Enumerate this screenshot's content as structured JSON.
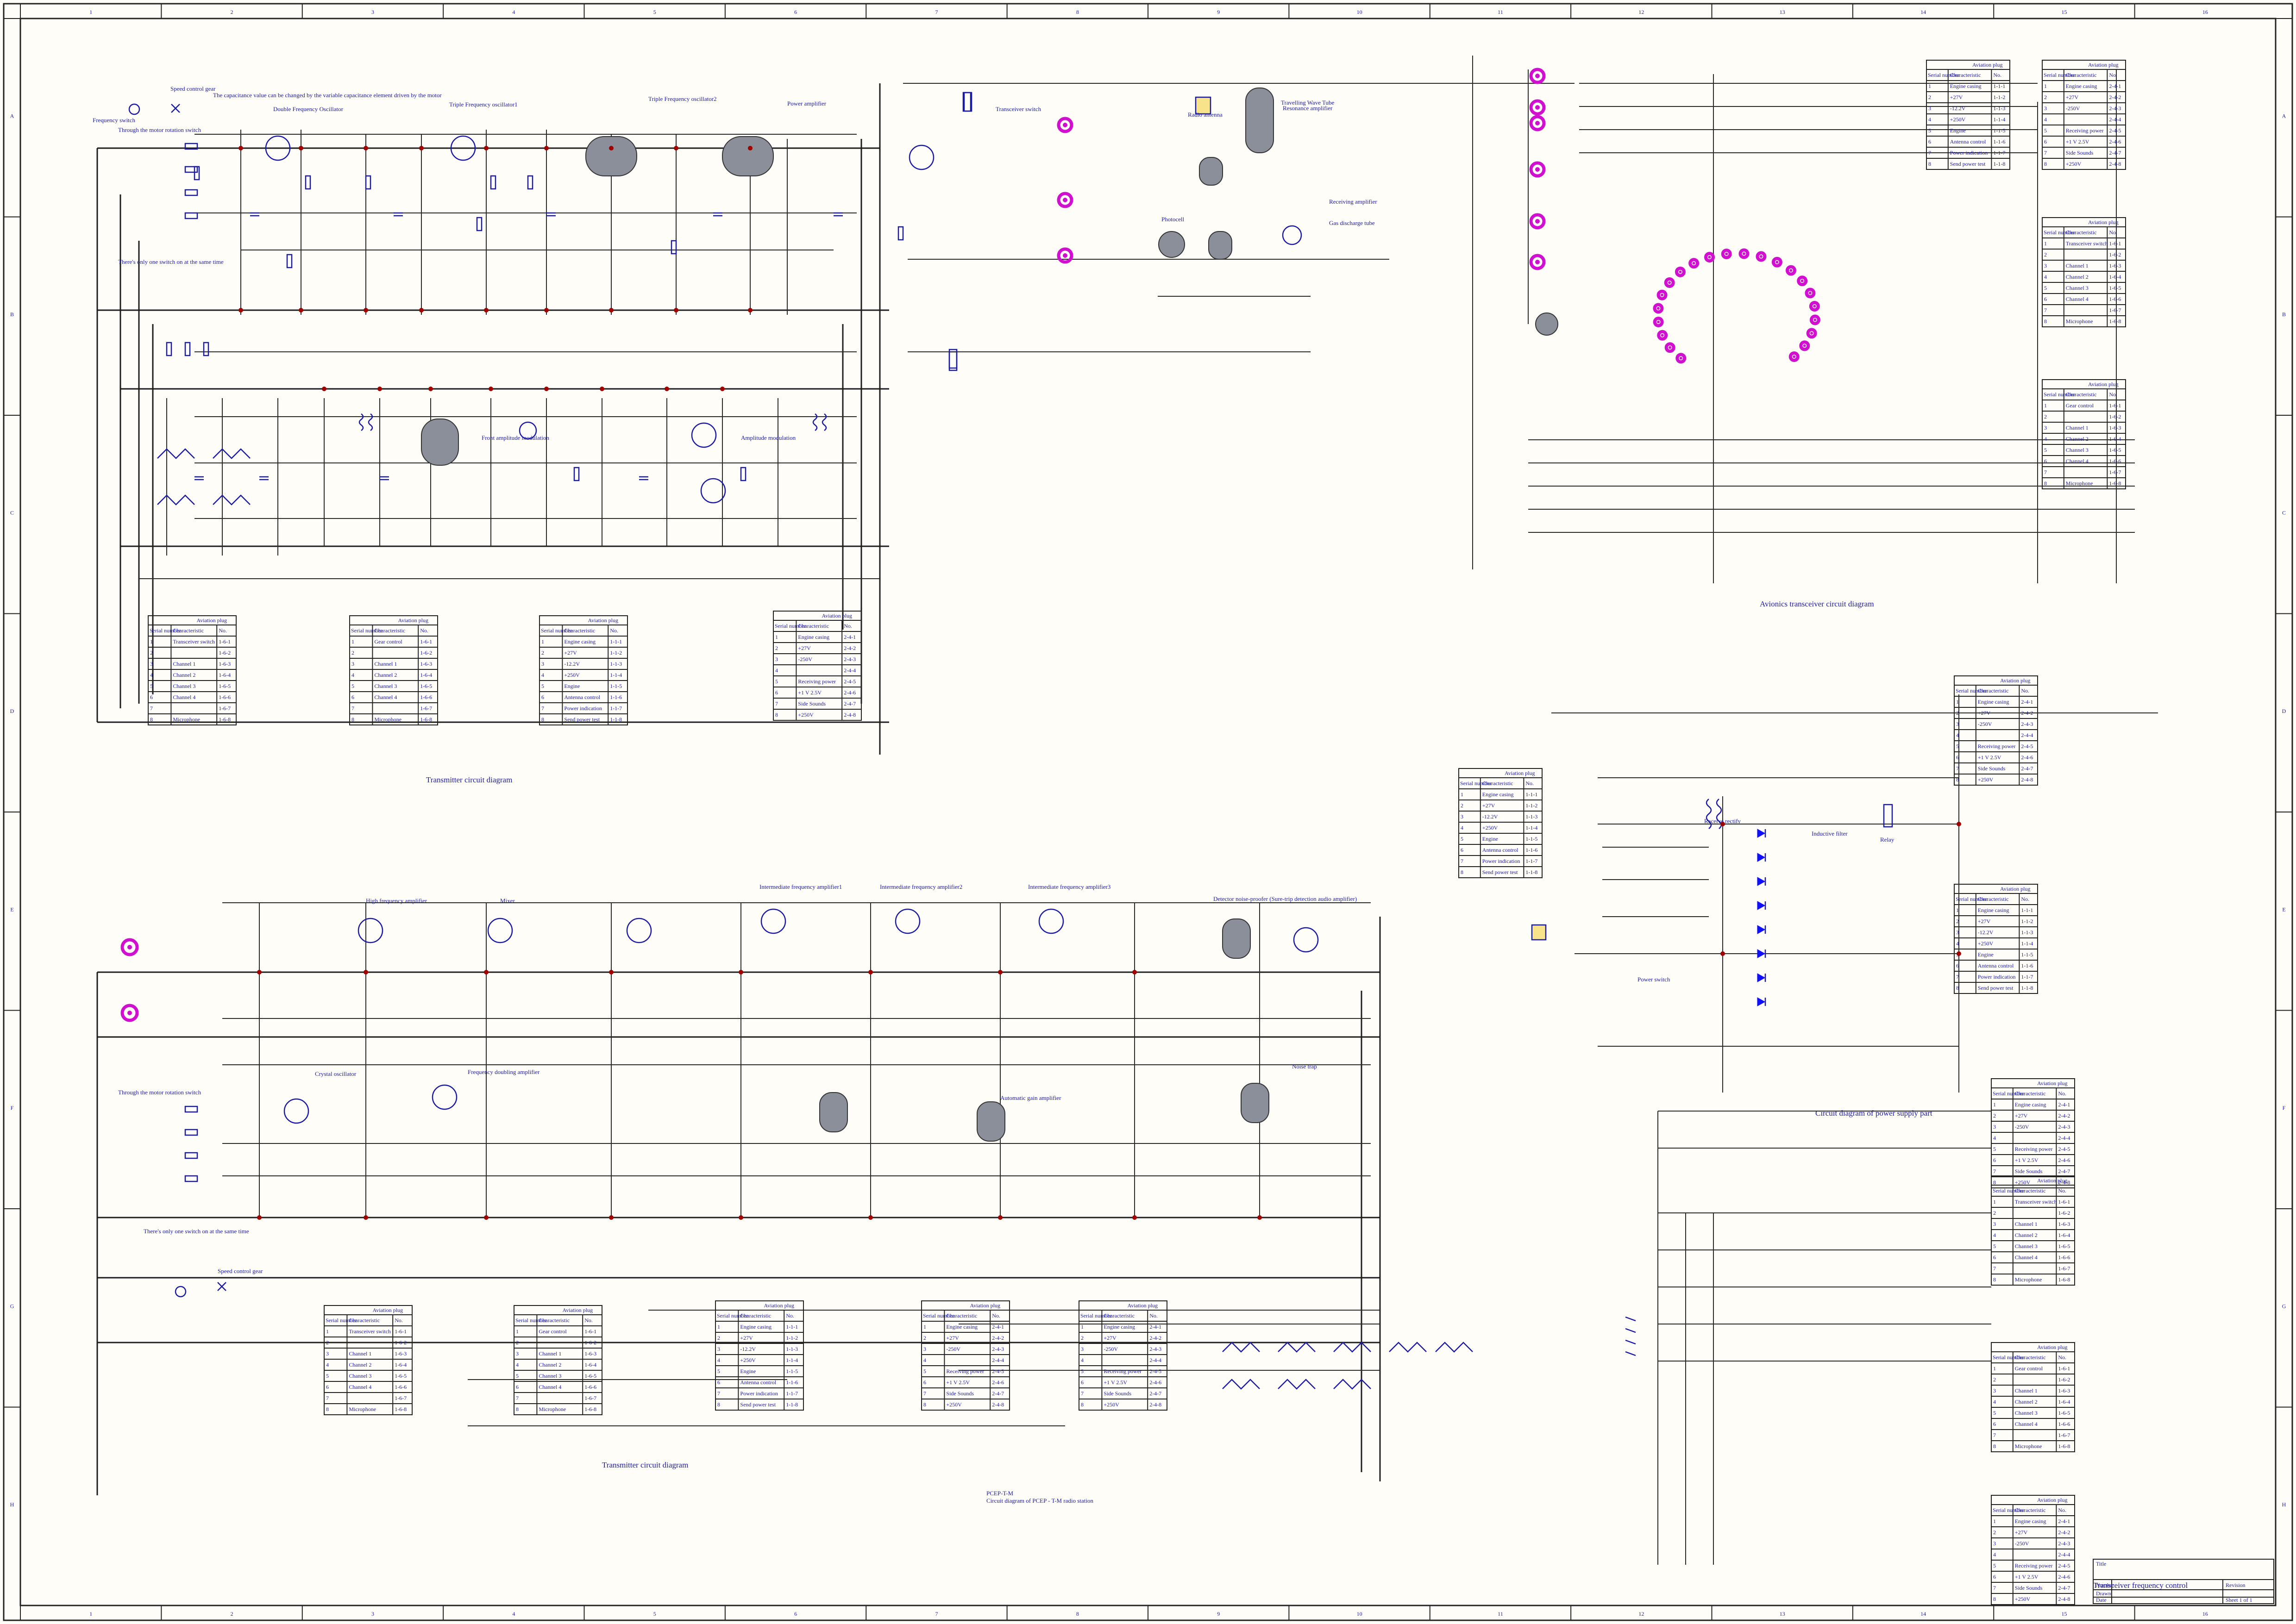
{
  "frame": {
    "col_numbers": [
      "1",
      "2",
      "3",
      "4",
      "5",
      "6",
      "7",
      "8",
      "9",
      "10",
      "11",
      "12",
      "13",
      "14",
      "15",
      "16"
    ],
    "row_letters": [
      "A",
      "B",
      "C",
      "D",
      "E",
      "F",
      "G",
      "H"
    ]
  },
  "top_left": {
    "notes": [
      "The capacitance value can be changed by the variable capacitance element driven by the motor",
      "Through the motor rotation switch",
      "There's only one switch on at the same time",
      "Speed control gear",
      "Frequency switch"
    ],
    "section_titles": [
      "Double Frequency Oscillator",
      "Triple Frequency oscillator1",
      "Triple Frequency oscillator2",
      "Power amplifier",
      "Front amplitude modulation",
      "Amplitude modulation"
    ],
    "title": "Transmitter circuit diagram"
  },
  "top_right": {
    "captions": [
      "Travelling Wave Tube",
      "Resonance amplifier",
      "Receiving amplifier",
      "Transceiver switch",
      "Radio antenna",
      "Gas discharge tube",
      "Photocell"
    ],
    "title": "Avionics transceiver circuit diagram"
  },
  "power_supply": {
    "captions": [
      "Power switch",
      "Receive rectify",
      "Inductive filter",
      "Relay"
    ],
    "title": "Circuit diagram of power supply part"
  },
  "bottom_left": {
    "section_titles": [
      "High frequency amplifier",
      "Mixer",
      "Intermediate frequency amplifier1",
      "Intermediate frequency amplifier2",
      "Intermediate frequency amplifier3",
      "Detector noise-proofer (Sure-trip detection audio amplifier)",
      "Crystal oscillator",
      "Frequency doubling amplifier",
      "Automatic gain amplifier",
      "Noise trap"
    ],
    "notes": [
      "Through the motor rotation switch",
      "There's only one switch on at the same time",
      "Speed control gear"
    ],
    "title": "Transmitter circuit diagram"
  },
  "bottom_center": {
    "code": "PCEP-T-M",
    "caption": "Circuit diagram of PCEP - T-M radio station"
  },
  "bottom_right": {
    "title": "Transceiver frequency control"
  },
  "table_headers": {
    "socket": "Aviation plug",
    "serial": "Serial number",
    "char": "Characteristic",
    "no": "No."
  },
  "tables": [
    {
      "id": "T1",
      "rows": [
        [
          "1",
          "Transceiver switch",
          "1-6-1"
        ],
        [
          "2",
          "",
          "1-6-2"
        ],
        [
          "3",
          "Channel 1",
          "1-6-3"
        ],
        [
          "4",
          "Channel 2",
          "1-6-4"
        ],
        [
          "5",
          "Channel 3",
          "1-6-5"
        ],
        [
          "6",
          "Channel 4",
          "1-6-6"
        ],
        [
          "7",
          "",
          "1-6-7"
        ],
        [
          "8",
          "Microphone",
          "1-6-8"
        ]
      ]
    },
    {
      "id": "T2",
      "rows": [
        [
          "1",
          "Gear control",
          "1-6-1"
        ],
        [
          "2",
          "",
          "1-6-2"
        ],
        [
          "3",
          "Channel 1",
          "1-6-3"
        ],
        [
          "4",
          "Channel 2",
          "1-6-4"
        ],
        [
          "5",
          "Channel 3",
          "1-6-5"
        ],
        [
          "6",
          "Channel 4",
          "1-6-6"
        ],
        [
          "7",
          "",
          "1-6-7"
        ],
        [
          "8",
          "Microphone",
          "1-6-8"
        ]
      ]
    },
    {
      "id": "T3",
      "rows": [
        [
          "1",
          "Engine casing",
          "1-1-1"
        ],
        [
          "2",
          "+27V",
          "1-1-2"
        ],
        [
          "3",
          "-12.2V",
          "1-1-3"
        ],
        [
          "4",
          "+250V",
          "1-1-4"
        ],
        [
          "5",
          "Engine",
          "1-1-5"
        ],
        [
          "6",
          "Antenna control",
          "1-1-6"
        ],
        [
          "7",
          "Power indication",
          "1-1-7"
        ],
        [
          "8",
          "Send power test",
          "1-1-8"
        ]
      ]
    },
    {
      "id": "T4",
      "rows": [
        [
          "1",
          "Engine casing",
          "2-4-1"
        ],
        [
          "2",
          "+27V",
          "2-4-2"
        ],
        [
          "3",
          "-250V",
          "2-4-3"
        ],
        [
          "4",
          "",
          "2-4-4"
        ],
        [
          "5",
          "Receiving power",
          "2-4-5"
        ],
        [
          "6",
          "+1 V 2.5V",
          "2-4-6"
        ],
        [
          "7",
          "Side Sounds",
          "2-4-7"
        ],
        [
          "8",
          "+250V",
          "2-4-8"
        ]
      ]
    }
  ],
  "title_block": {
    "rows": [
      "Title",
      "Number",
      "Drawn",
      "Checked",
      "Approved",
      "Date"
    ],
    "sheet": "Sheet 1 of 1",
    "revision": "Revision"
  }
}
